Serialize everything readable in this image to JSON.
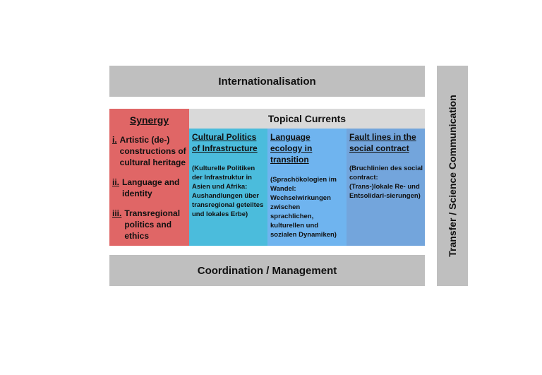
{
  "internationalisation": "Internationalisation",
  "coordination": "Coordination / Management",
  "transfer": "Transfer / Science Communication",
  "synergy": {
    "title": "Synergy",
    "items": [
      {
        "num": "i.",
        "text": "Artistic (de-) constructions of cultural heritage"
      },
      {
        "num": "ii.",
        "text": "Language and identity"
      },
      {
        "num": "iii.",
        "text": "Transregional politics and ethics"
      }
    ]
  },
  "topical": {
    "title": "Topical Currents",
    "columns": [
      {
        "title": "Cultural Politics of Infrastructure",
        "desc": "(Kulturelle Politiken der Infrastruktur in Asien und Afrika: Aushandlungen über transregional geteiltes und lokales Erbe)"
      },
      {
        "title": "Language ecology in transition",
        "desc": "(Sprachökologien im Wandel: Wechselwirkungen zwischen sprachlichen, kulturellen und sozialen Dynamiken)"
      },
      {
        "title": "Fault lines in the social contract",
        "desc": "(Bruchlinien des social contract: (Trans-)lokale Re- und Entsolidari-sierungen)"
      }
    ]
  },
  "colors": {
    "grey": "#bfbfbf",
    "synergy_red": "#e06666",
    "topical_head": "#d9d9d9",
    "col1": "#4bbcdc",
    "col2": "#6fb4ef",
    "col3": "#73a5dc"
  }
}
